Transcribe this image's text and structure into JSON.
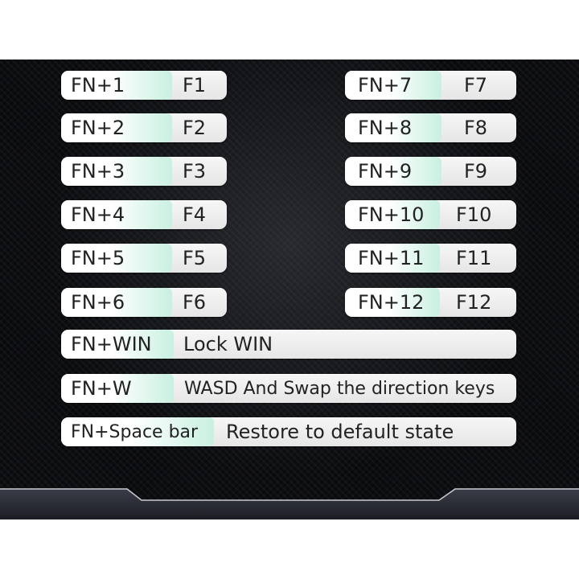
{
  "left_keys": [
    {
      "combo": "FN+1",
      "result": "F1"
    },
    {
      "combo": "FN+2",
      "result": "F2"
    },
    {
      "combo": "FN+3",
      "result": "F3"
    },
    {
      "combo": "FN+4",
      "result": "F4"
    },
    {
      "combo": "FN+5",
      "result": "F5"
    },
    {
      "combo": "FN+6",
      "result": "F6"
    }
  ],
  "right_keys": [
    {
      "combo": "FN+7",
      "result": "F7"
    },
    {
      "combo": "FN+8",
      "result": "F8"
    },
    {
      "combo": "FN+9",
      "result": "F9"
    },
    {
      "combo": "FN+10",
      "result": "F10"
    },
    {
      "combo": "FN+11",
      "result": "F11"
    },
    {
      "combo": "FN+12",
      "result": "F12"
    }
  ],
  "wide_keys": [
    {
      "combo": "FN+WIN",
      "result": "Lock WIN"
    },
    {
      "combo": "FN+W",
      "result": "WASD And Swap the direction keys"
    },
    {
      "combo": "FN+Space bar",
      "result": "Restore to default state"
    }
  ],
  "colors": {
    "background": "#0d0e11",
    "pill": "#eeeeee",
    "key_accent": "#c9f0e1",
    "text": "#222222"
  }
}
